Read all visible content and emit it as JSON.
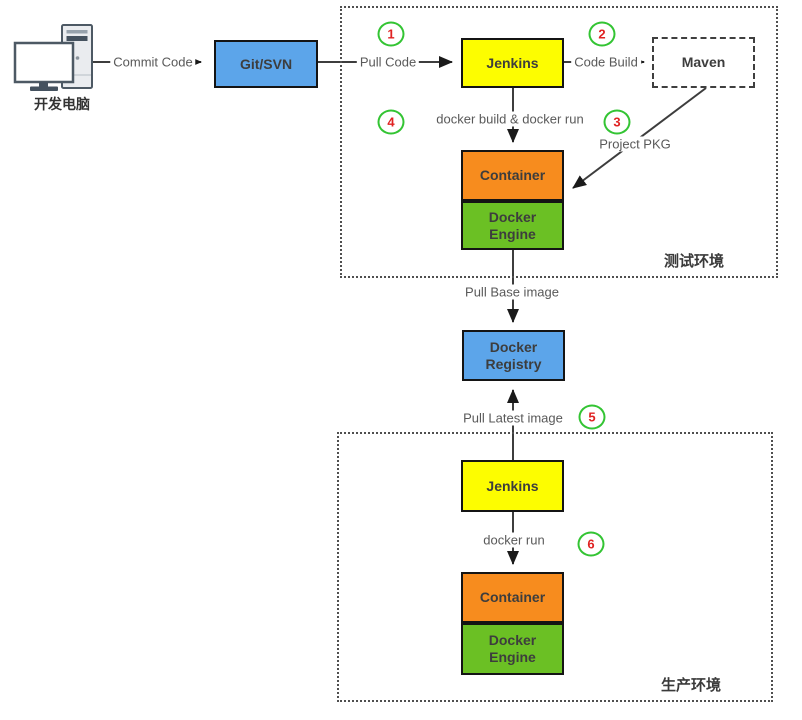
{
  "diagram": {
    "title_hint": "Docker CI/CD pipeline flow diagram",
    "nodes": {
      "dev_computer": {
        "label": "开发电脑"
      },
      "git_svn": {
        "label": "Git/SVN"
      },
      "jenkins_test": {
        "label": "Jenkins"
      },
      "maven": {
        "label": "Maven"
      },
      "container_test": {
        "label": "Container"
      },
      "docker_engine_test": {
        "label": "Docker\nEngine"
      },
      "docker_registry": {
        "label": "Docker\nRegistry"
      },
      "jenkins_prod": {
        "label": "Jenkins"
      },
      "container_prod": {
        "label": "Container"
      },
      "docker_engine_prod": {
        "label": "Docker\nEngine"
      }
    },
    "environments": {
      "test": {
        "label": "测试环境"
      },
      "production": {
        "label": "生产环境"
      }
    },
    "flow_labels": {
      "commit_code": "Commit Code",
      "pull_code": "Pull Code",
      "code_build": "Code Build",
      "docker_build_run": "docker build & docker run",
      "project_pkg": "Project PKG",
      "pull_base_image": "Pull Base image",
      "pull_latest_image": "Pull Latest image",
      "docker_run": "docker run"
    },
    "steps": [
      "1",
      "2",
      "3",
      "4",
      "5",
      "6"
    ],
    "colors": {
      "git_svn": "#5CA5EA",
      "jenkins": "#FDFD00",
      "container": "#F78C1E",
      "docker_engine": "#6BC024",
      "docker_registry": "#5CA5EA",
      "maven_fill": "#FFFFFF",
      "step_ring": "#33C433",
      "step_number": "#E02222",
      "line": "#3D3D3D"
    }
  }
}
